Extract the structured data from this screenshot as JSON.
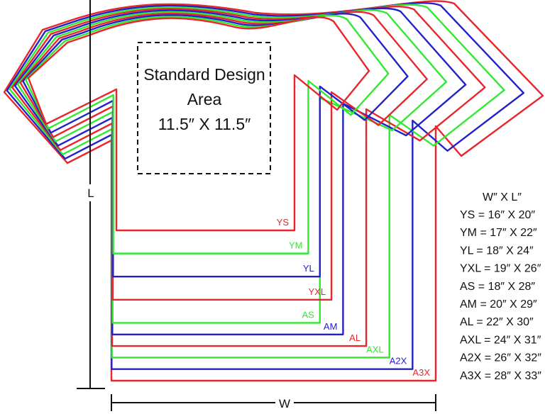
{
  "design_area": {
    "line1": "Standard Design",
    "line2": "Area",
    "line3": "11.5″ X 11.5″"
  },
  "dimensions": {
    "length_label": "L",
    "width_label": "W"
  },
  "size_chart": {
    "header": "W″ X L″",
    "rows": [
      {
        "text": "YS = 16″ X 20″"
      },
      {
        "text": "YM = 17″ X 22″"
      },
      {
        "text": "YL = 18″ X 24″"
      },
      {
        "text": "YXL = 19″ X 26″"
      },
      {
        "text": "AS = 18″ X 28″"
      },
      {
        "text": "AM = 20″ X 29″"
      },
      {
        "text": "AL = 22″ X 30″"
      },
      {
        "text": "AXL = 24″ X 31″"
      },
      {
        "text": "A2X = 26″ X 32″"
      },
      {
        "text": "A3X = 28″ X 33″"
      }
    ]
  },
  "shirts": [
    {
      "label": "YS",
      "width_in": 16,
      "length_in": 20,
      "color": "#e8262b"
    },
    {
      "label": "YM",
      "width_in": 17,
      "length_in": 22,
      "color": "#33e833"
    },
    {
      "label": "YL",
      "width_in": 18,
      "length_in": 24,
      "color": "#2222cc"
    },
    {
      "label": "YXL",
      "width_in": 19,
      "length_in": 26,
      "color": "#e8262b"
    },
    {
      "label": "AS",
      "width_in": 18,
      "length_in": 28,
      "color": "#33e833"
    },
    {
      "label": "AM",
      "width_in": 20,
      "length_in": 29,
      "color": "#2222cc"
    },
    {
      "label": "AL",
      "width_in": 22,
      "length_in": 30,
      "color": "#e8262b"
    },
    {
      "label": "AXL",
      "width_in": 24,
      "length_in": 31,
      "color": "#33e833"
    },
    {
      "label": "A2X",
      "width_in": 26,
      "length_in": 32,
      "color": "#2222cc"
    },
    {
      "label": "A3X",
      "width_in": 28,
      "length_in": 33,
      "color": "#e8262b"
    }
  ]
}
